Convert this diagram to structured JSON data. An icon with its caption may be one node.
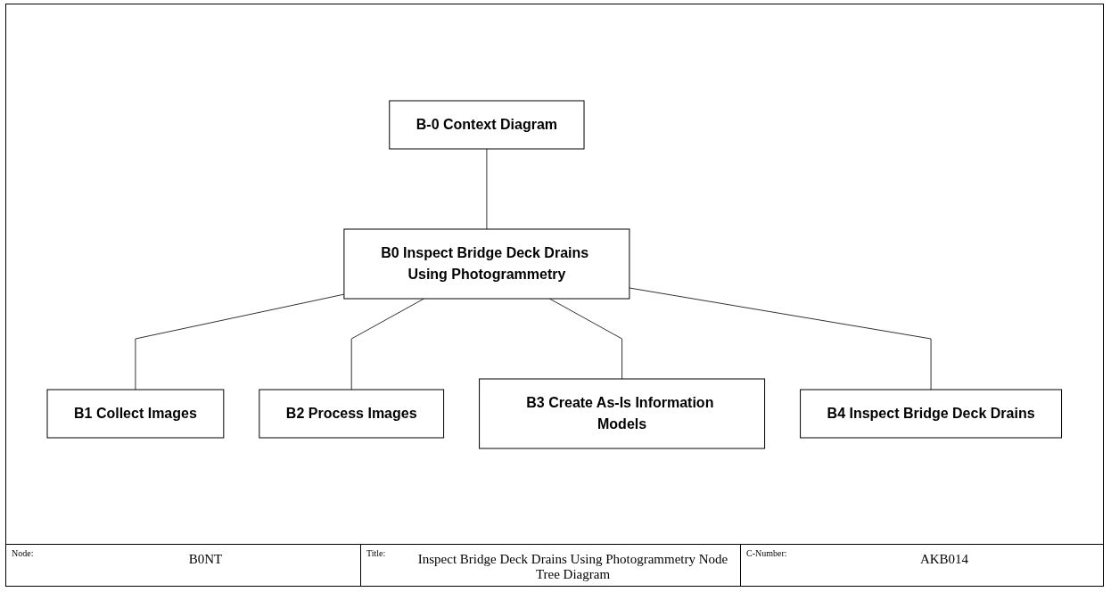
{
  "diagram": {
    "nodes": [
      {
        "text": [
          "B-0 Context Diagram"
        ]
      },
      {
        "text": [
          "B0 Inspect Bridge Deck Drains Using Photogrammetry"
        ]
      },
      {
        "text": [
          "B1 Collect Images"
        ]
      },
      {
        "text": [
          "B2 Process Images"
        ]
      },
      {
        "text": [
          "B3 Create As-Is Information Models"
        ]
      },
      {
        "text": [
          "B4 Inspect Bridge Deck Drains"
        ]
      }
    ],
    "edges": [
      {
        "from": 0,
        "to": 1,
        "arrow": "none"
      },
      {
        "from": 1,
        "to": 2,
        "arrow": "none"
      },
      {
        "from": 1,
        "to": 3,
        "arrow": "none"
      },
      {
        "from": 1,
        "to": 4,
        "arrow": "none"
      },
      {
        "from": 1,
        "to": 5,
        "arrow": "none"
      }
    ],
    "labels": [
      "Node:",
      "B0NT",
      "Title:",
      "Inspect Bridge Deck Drains Using Photogrammetry Node Tree Diagram",
      "C-Number:",
      "AKB014"
    ]
  }
}
